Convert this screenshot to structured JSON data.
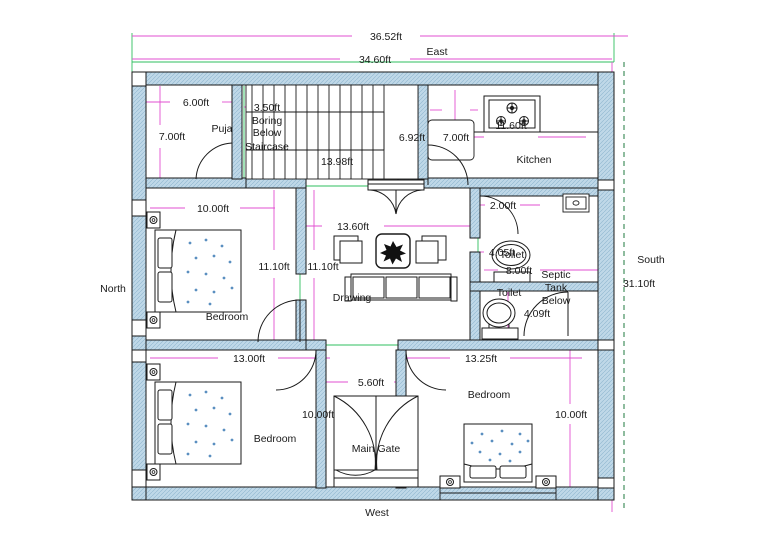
{
  "title": "Residential Floor Plan",
  "units": "ft",
  "colors": {
    "wall_fill": "#b9d3e3",
    "wall_stroke": "#1a1a1a",
    "dimension_line": "#e24fd0",
    "guide_green": "#22c45a",
    "guide_dashed": "#1f7a3f",
    "text": "#1a1a1a",
    "furniture_stroke": "#1a1a1a",
    "bed_pattern": "#5a8fc0",
    "background": "#ffffff"
  },
  "compass": {
    "north": "North",
    "south": "South",
    "east": "East",
    "west": "West"
  },
  "overall_dimensions": [
    {
      "label": "36.52ft",
      "orientation": "horizontal",
      "position": "top-outer"
    },
    {
      "label": "34.60ft",
      "orientation": "horizontal",
      "position": "top-inner"
    },
    {
      "label": "31.10ft",
      "orientation": "vertical",
      "position": "right-outer"
    }
  ],
  "rooms": [
    {
      "name": "Puja",
      "dims": [
        "6.00ft",
        "7.00ft"
      ]
    },
    {
      "name": "Staircase",
      "dims": [
        "3.50ft",
        "13.98ft"
      ],
      "notes": [
        "Boring",
        "Below"
      ]
    },
    {
      "name": "Kitchen",
      "dims": [
        "11.60ft",
        "6.92ft",
        "7.00ft"
      ]
    },
    {
      "name": "Drawing",
      "dims": [
        "13.60ft",
        "11.10ft"
      ]
    },
    {
      "name": "Bedroom",
      "dims": [
        "10.00ft",
        "11.10ft",
        "13.00ft"
      ],
      "id": "bedroom-north-west"
    },
    {
      "name": "Bedroom",
      "dims": [
        "13.00ft",
        "10.00ft"
      ],
      "id": "bedroom-south-west"
    },
    {
      "name": "Bedroom",
      "dims": [
        "13.25ft",
        "10.00ft"
      ],
      "id": "bedroom-south-east"
    },
    {
      "name": "Toilet",
      "dims": [
        "4.05ft",
        "8.00ft"
      ],
      "id": "toilet-upper"
    },
    {
      "name": "Toilet",
      "dims": [
        "4.09ft"
      ],
      "id": "toilet-lower"
    }
  ],
  "annotations": [
    {
      "text": "Septic",
      "id": "septic-line-1"
    },
    {
      "text": "Tank",
      "id": "septic-line-2"
    },
    {
      "text": "Below",
      "id": "septic-line-3"
    },
    {
      "text": "Main Gate",
      "id": "main-gate-label"
    },
    {
      "text": "Boring",
      "id": "boring-line-1"
    },
    {
      "text": "Below",
      "id": "boring-line-2"
    },
    {
      "text": "Staircase",
      "id": "staircase-label"
    }
  ],
  "dimension_labels": {
    "d_36_52": "36.52ft",
    "d_34_60": "34.60ft",
    "d_31_10": "31.10ft",
    "d_6_00": "6.00ft",
    "d_7_00_puja": "7.00ft",
    "d_3_50": "3.50ft",
    "d_13_98": "13.98ft",
    "d_6_92": "6.92ft",
    "d_7_00_kitchen": "7.00ft",
    "d_11_60": "11.60ft",
    "d_2_00": "2.00ft",
    "d_10_00_nw": "10.00ft",
    "d_11_10_a": "11.10ft",
    "d_11_10_b": "11.10ft",
    "d_13_60": "13.60ft",
    "d_4_05": "4.05ft",
    "d_8_00": "8.00ft",
    "d_4_09": "4.09ft",
    "d_13_00": "13.00ft",
    "d_5_60": "5.60ft",
    "d_10_00_sw": "10.00ft",
    "d_13_25": "13.25ft",
    "d_10_00_se": "10.00ft"
  },
  "room_labels": {
    "puja": "Puja",
    "kitchen": "Kitchen",
    "drawing": "Drawing",
    "bedroom_nw": "Bedroom",
    "bedroom_sw": "Bedroom",
    "bedroom_se": "Bedroom",
    "toilet_upper": "Toilet",
    "toilet_lower": "Toilet"
  },
  "fixtures": [
    {
      "name": "stove-cooktop",
      "room": "Kitchen",
      "burners": 4
    },
    {
      "name": "sink-basin",
      "room": "Kitchen"
    },
    {
      "name": "wash-basin",
      "room": "Toilet"
    },
    {
      "name": "toilet-commode",
      "room": "Toilet"
    },
    {
      "name": "sofa-three-seat",
      "room": "Drawing"
    },
    {
      "name": "armchair-left",
      "room": "Drawing"
    },
    {
      "name": "armchair-right",
      "room": "Drawing"
    },
    {
      "name": "center-table-plant",
      "room": "Drawing"
    },
    {
      "name": "double-bed",
      "room": "Bedroom"
    },
    {
      "name": "nightstand",
      "room": "Bedroom"
    },
    {
      "name": "double-door",
      "room": "Main Gate"
    }
  ]
}
